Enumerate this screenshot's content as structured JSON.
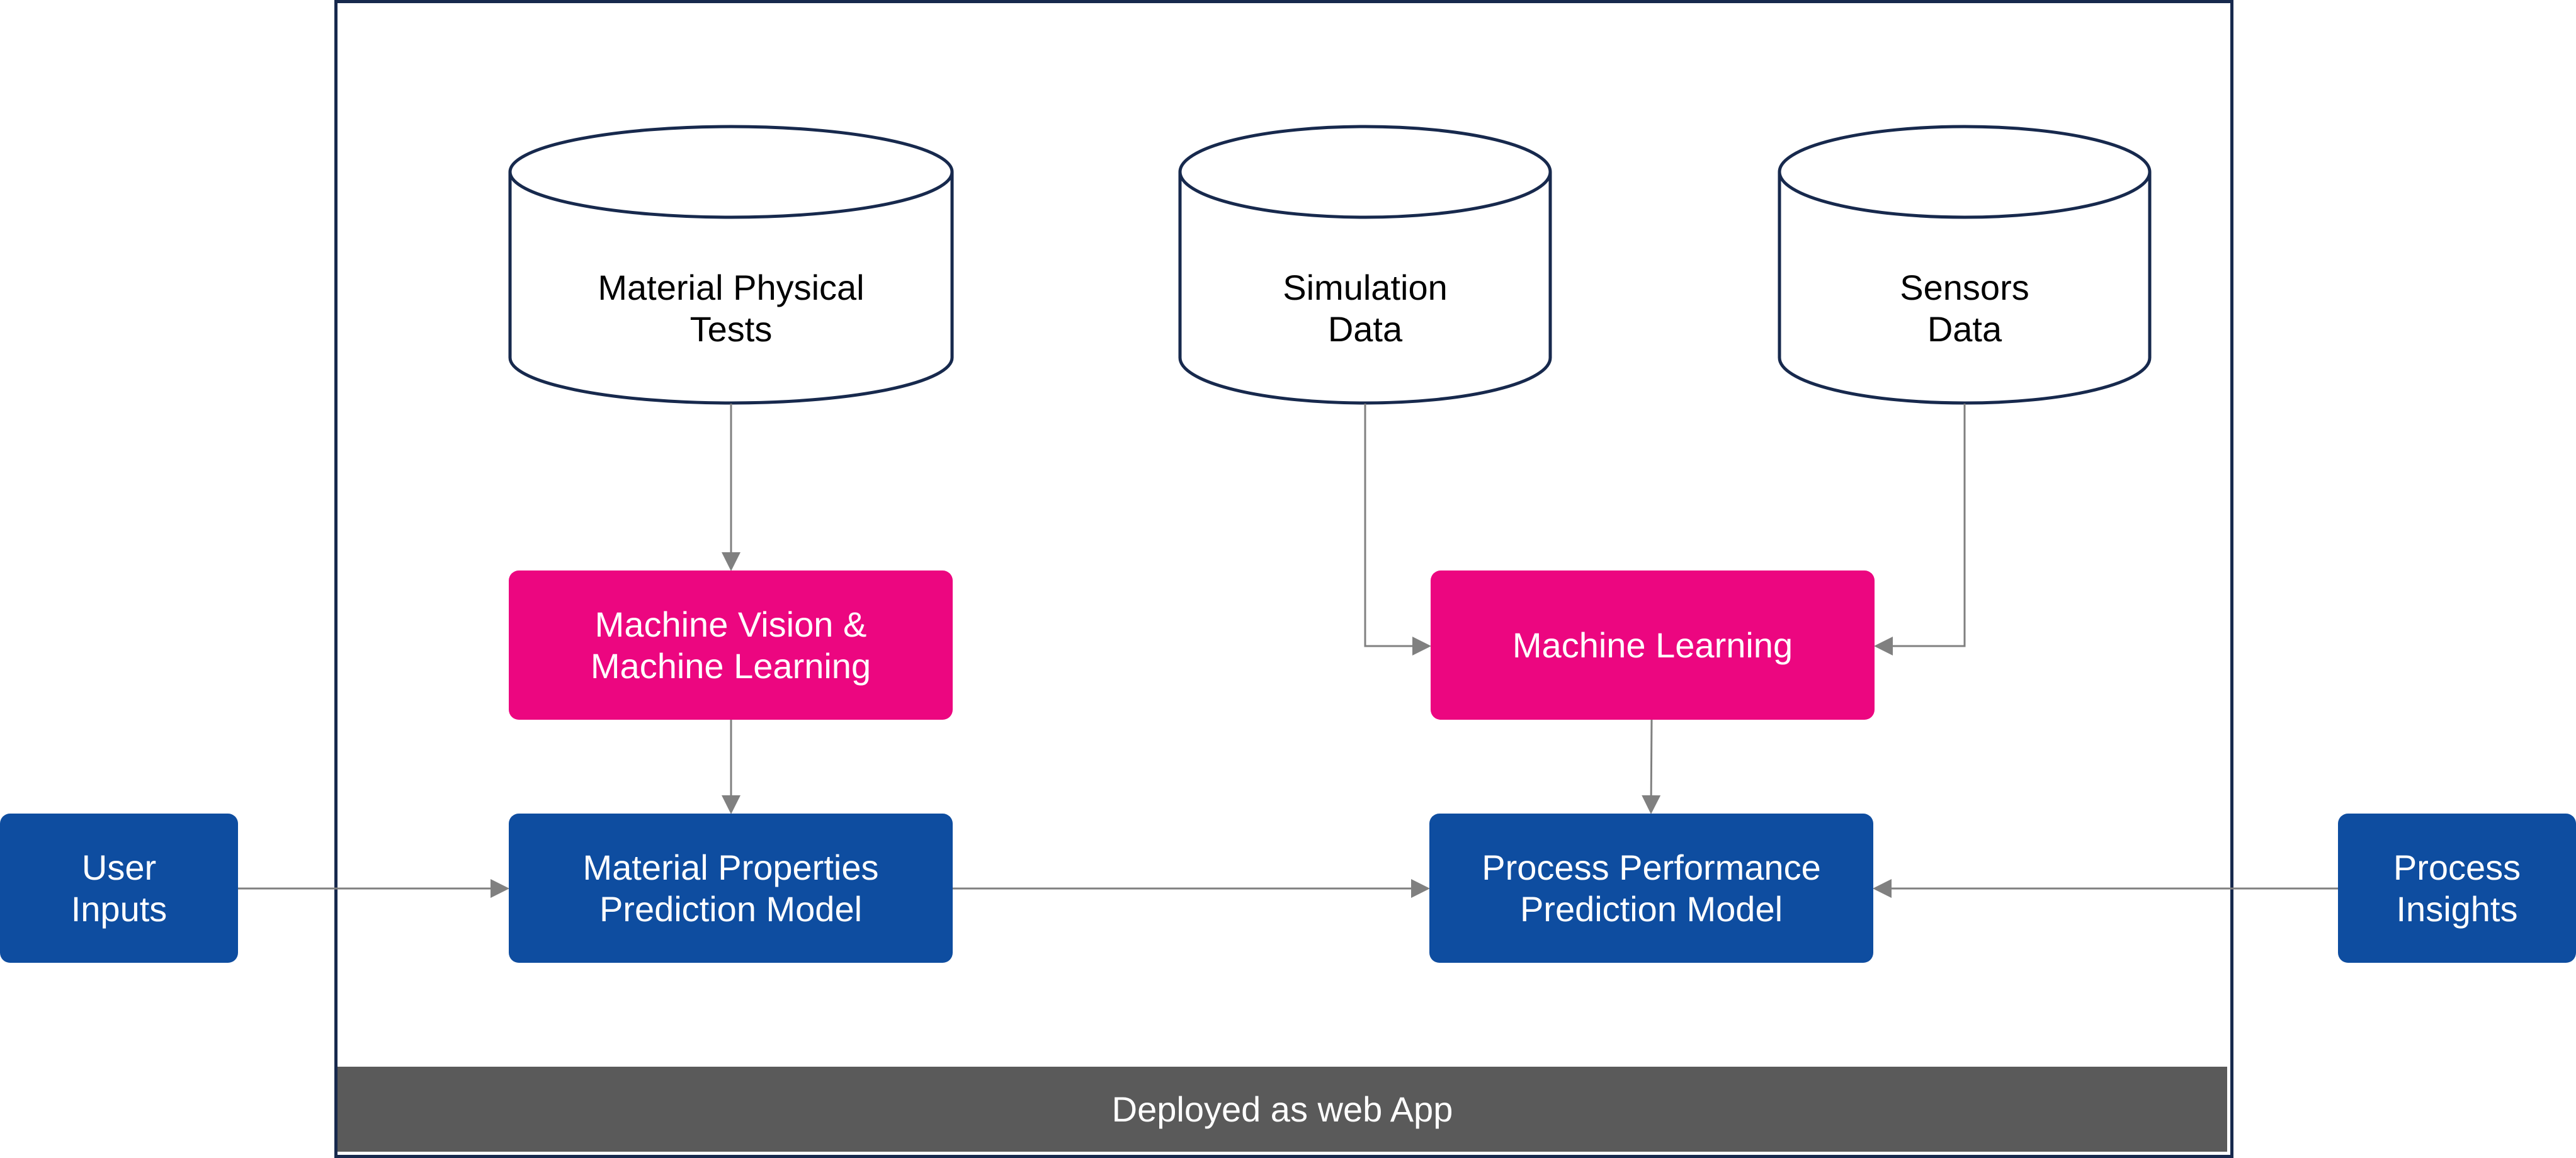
{
  "diagram": {
    "data_sources": [
      {
        "id": "material-physical-tests",
        "label": "Material Physical\nTests"
      },
      {
        "id": "simulation-data",
        "label": "Simulation\nData"
      },
      {
        "id": "sensors-data",
        "label": "Sensors\nData"
      }
    ],
    "processing": [
      {
        "id": "machine-vision-ml",
        "label": "Machine Vision &\nMachine Learning"
      },
      {
        "id": "machine-learning",
        "label": "Machine Learning"
      }
    ],
    "models": [
      {
        "id": "material-properties-model",
        "label": "Material Properties\nPrediction Model"
      },
      {
        "id": "process-performance-model",
        "label": "Process Performance\nPrediction Model"
      }
    ],
    "external": [
      {
        "id": "user-inputs",
        "label": "User\nInputs"
      },
      {
        "id": "process-insights",
        "label": "Process\nInsights"
      }
    ],
    "deployment_label": "Deployed as web App",
    "connections": [
      {
        "from": "material-physical-tests",
        "to": "machine-vision-ml"
      },
      {
        "from": "machine-vision-ml",
        "to": "material-properties-model"
      },
      {
        "from": "simulation-data",
        "to": "machine-learning"
      },
      {
        "from": "sensors-data",
        "to": "machine-learning"
      },
      {
        "from": "machine-learning",
        "to": "process-performance-model"
      },
      {
        "from": "user-inputs",
        "to": "material-properties-model"
      },
      {
        "from": "material-properties-model",
        "to": "process-performance-model"
      },
      {
        "from": "process-insights",
        "to": "process-performance-model"
      }
    ],
    "colors": {
      "frame": "#17294d",
      "processing_box": "#ec0680",
      "model_box": "#0e4da0",
      "deploy_bar": "#5a5a5a",
      "connector": "#808080"
    }
  }
}
